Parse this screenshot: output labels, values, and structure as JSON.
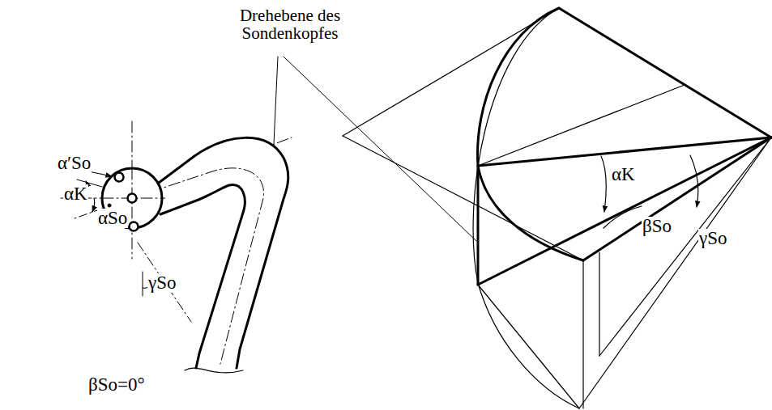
{
  "diagram": {
    "labels": [
      "Drehebene des Sondenkopfes",
      "α′So",
      "αK",
      "αSo",
      "γSo",
      "βSo=0°",
      "αK",
      "βSo",
      "γSo"
    ]
  }
}
